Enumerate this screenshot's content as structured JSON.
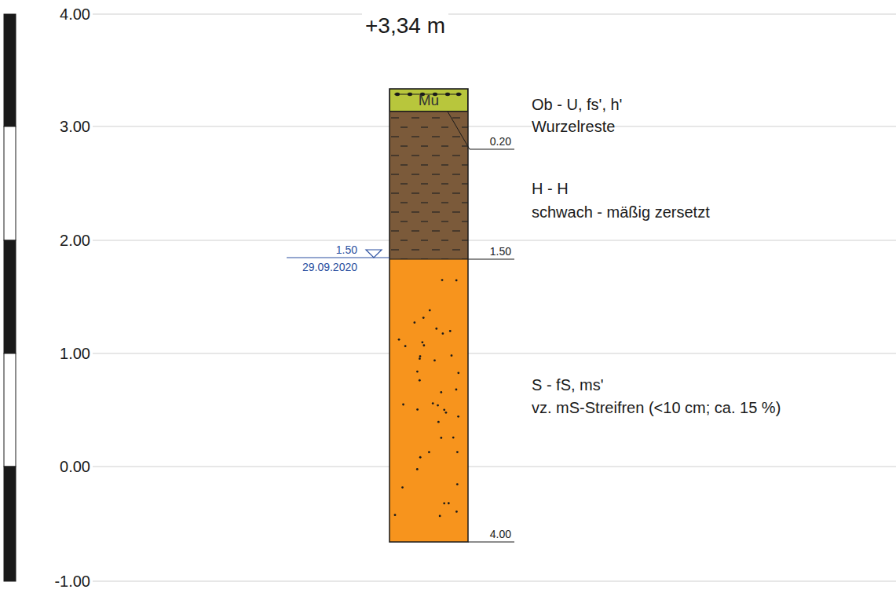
{
  "diagram": {
    "title": "+3,34 m",
    "nodes": [
      {
        "text": [
          "Mu"
        ]
      }
    ],
    "labels": [
      "4.00",
      "3.00",
      "2.00",
      "1.00",
      "0.00",
      "-1.00",
      "Ob - U, fs', h'",
      "Wurzelreste",
      "0.20",
      "H - H",
      "schwach - mäßig zersetzt",
      "1.50",
      "29.09.2020",
      "1.50",
      "S - fS, ms'",
      "vz. mS-Streifren (<10 cm; ca. 15 %)",
      "4.00"
    ]
  }
}
